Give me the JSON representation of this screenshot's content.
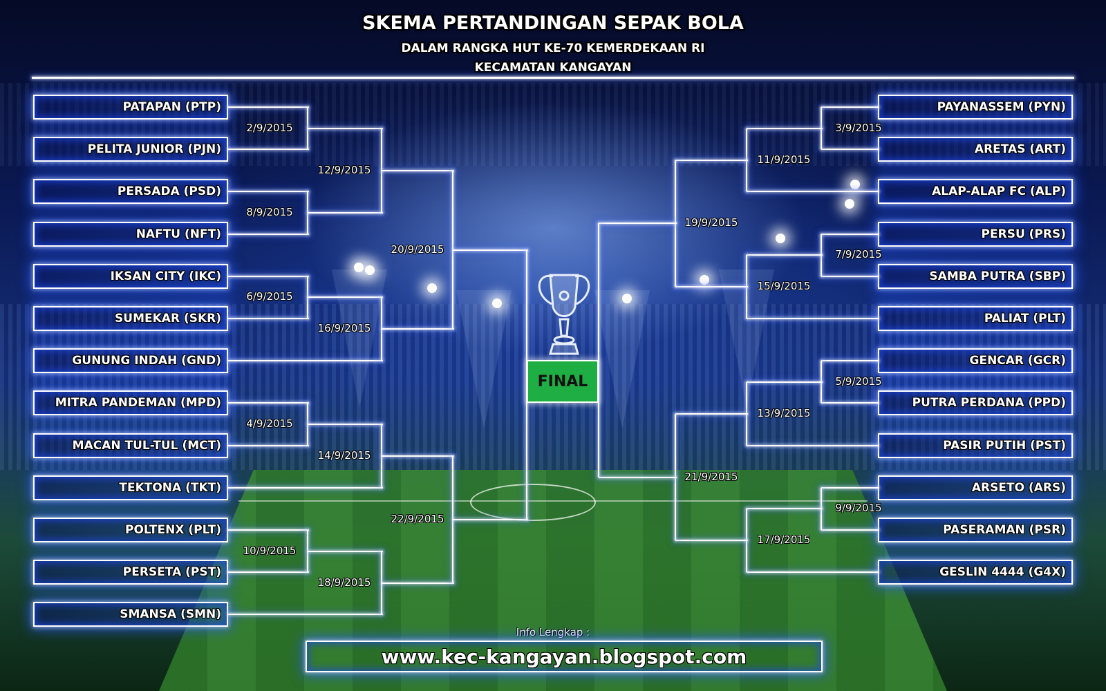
{
  "header": {
    "title": "SKEMA PERTANDINGAN SEPAK BOLA",
    "subtitle": "DALAM RANGKA HUT KE-70 KEMERDEKAAN RI",
    "location": "KECAMATAN KANGAYAN"
  },
  "left_teams": [
    "PATAPAN (PTP)",
    "PELITA JUNIOR (PJN)",
    "PERSADA (PSD)",
    "NAFTU (NFT)",
    "IKSAN CITY (IKC)",
    "SUMEKAR (SKR)",
    "GUNUNG INDAH (GND)",
    "MITRA PANDEMAN (MPD)",
    "MACAN TUL-TUL (MCT)",
    "TEKTONA (TKT)",
    "POLTENX (PLT)",
    "PERSETA (PST)",
    "SMANSA (SMN)"
  ],
  "right_teams": [
    "PAYANASSEM (PYN)",
    "ARETAS (ART)",
    "ALAP-ALAP FC (ALP)",
    "PERSU (PRS)",
    "SAMBA PUTRA (SBP)",
    "PALIAT (PLT)",
    "GENCAR (GCR)",
    "PUTRA PERDANA (PPD)",
    "PASIR PUTIH (PST)",
    "ARSETO (ARS)",
    "PASERAMAN (PSR)",
    "GESLIN 4444 (G4X)"
  ],
  "left_dates": {
    "r1": [
      "2/9/2015",
      "8/9/2015",
      "6/9/2015",
      "4/9/2015",
      "10/9/2015"
    ],
    "r2": [
      "12/9/2015",
      "16/9/2015",
      "14/9/2015",
      "18/9/2015"
    ],
    "r3": [
      "20/9/2015",
      "22/9/2015"
    ]
  },
  "right_dates": {
    "r1": [
      "3/9/2015",
      "7/9/2015",
      "5/9/2015",
      "9/9/2015"
    ],
    "r2": [
      "11/9/2015",
      "15/9/2015",
      "13/9/2015",
      "17/9/2015"
    ],
    "r3": [
      "19/9/2015",
      "21/9/2015"
    ]
  },
  "final_label": "FINAL",
  "trophy_icon": "trophy-icon",
  "footer": {
    "label": "Info Lengkap :",
    "url": "www.kec-kangayan.blogspot.com"
  },
  "colors": {
    "final_box": "#1fae43",
    "glow": "#2a5cff"
  }
}
